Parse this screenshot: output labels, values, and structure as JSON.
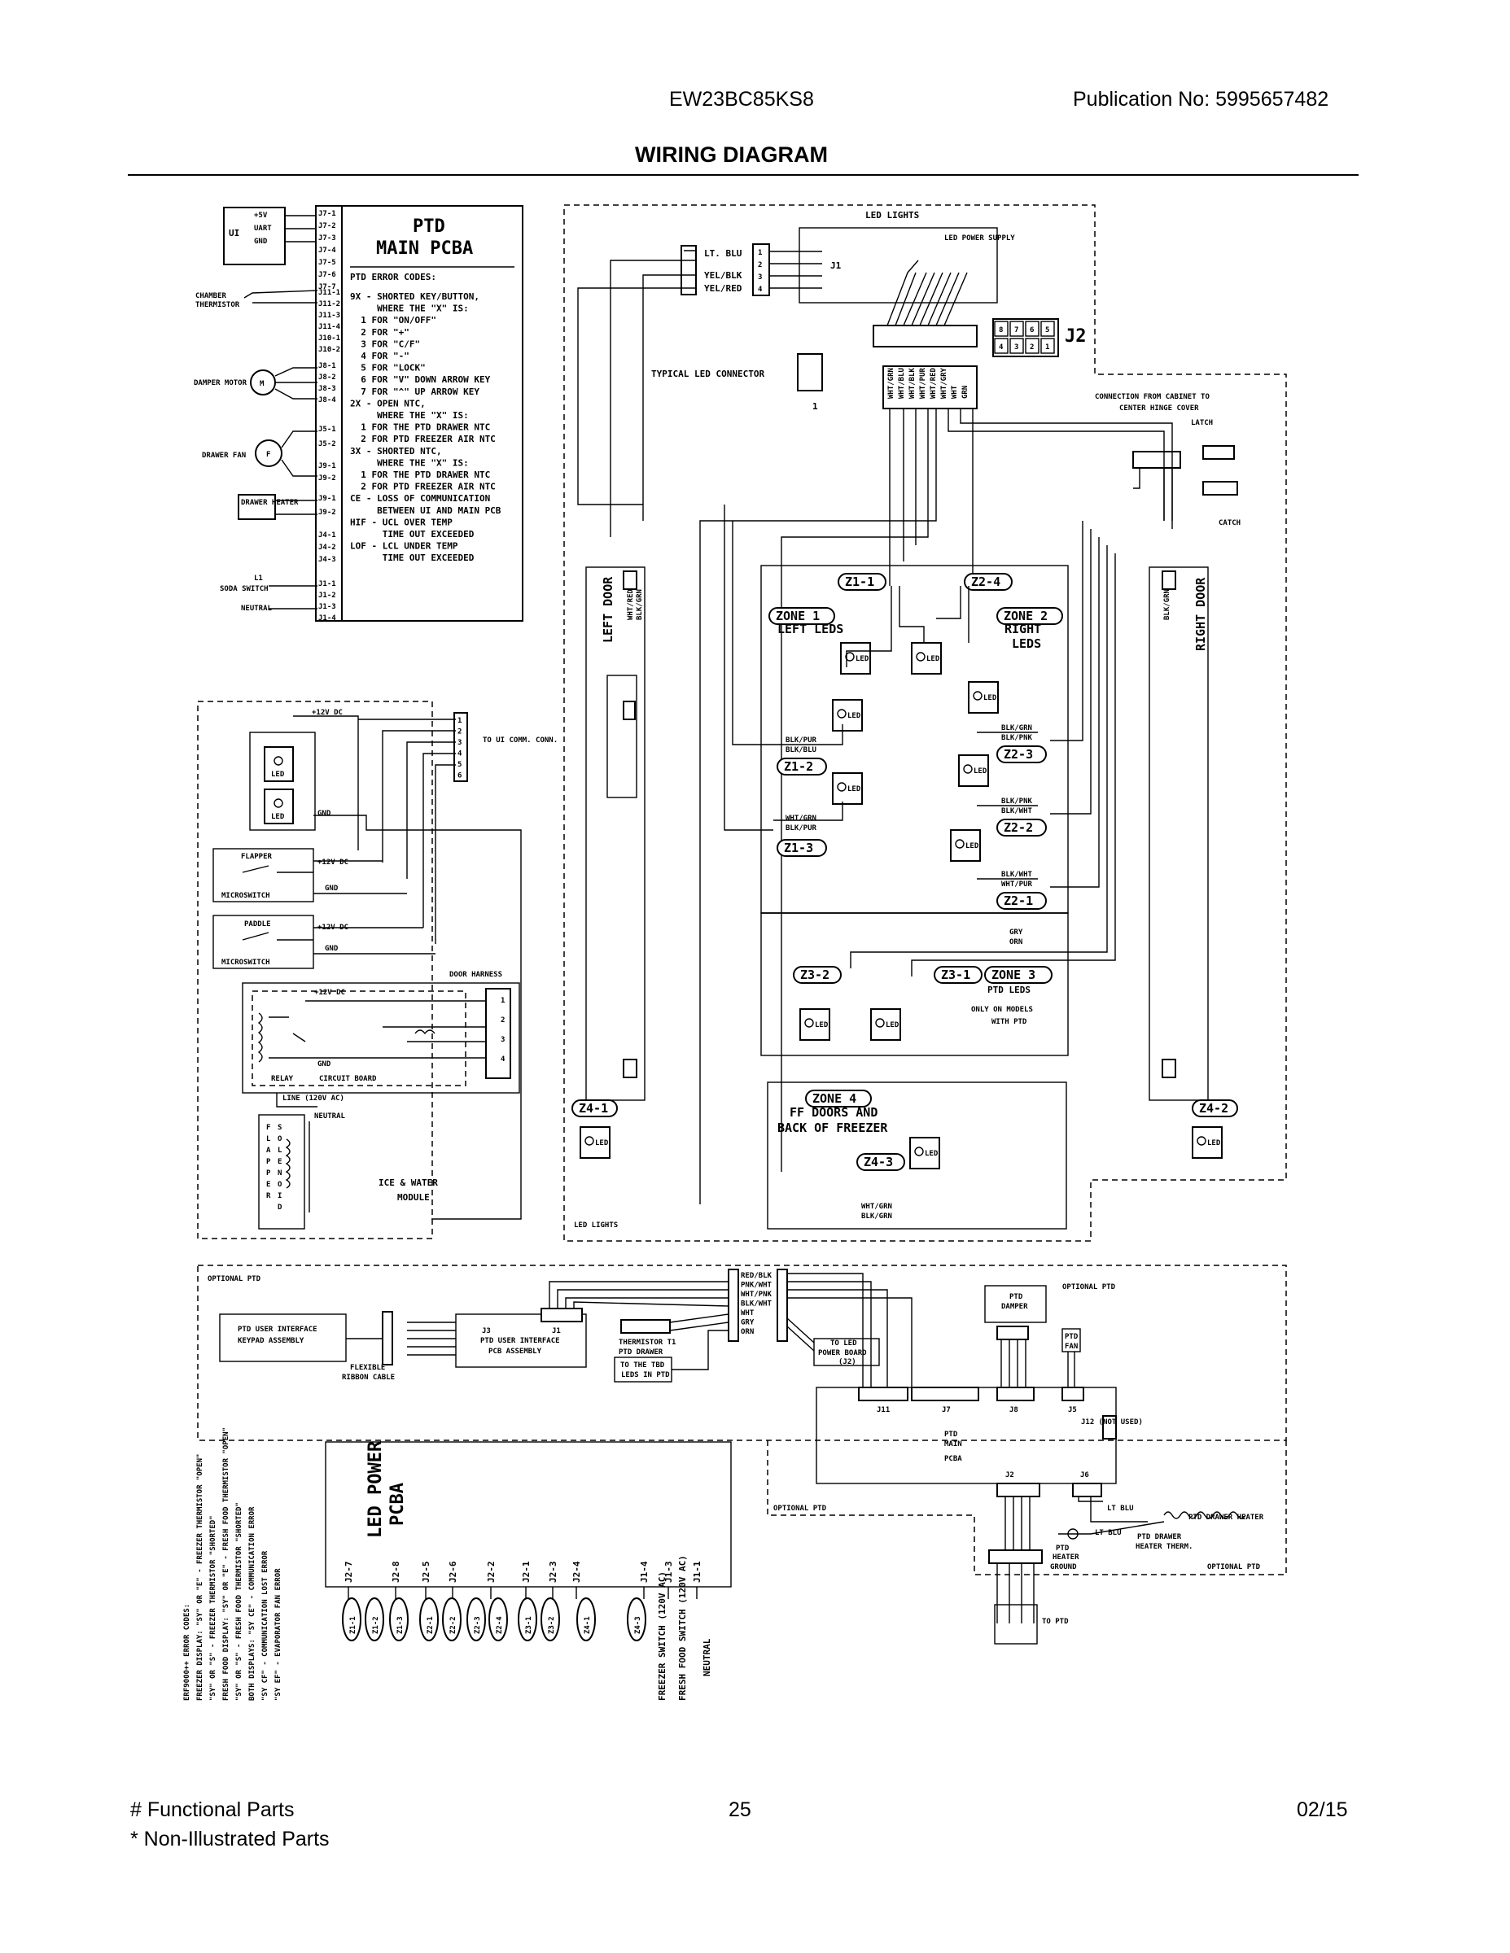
{
  "header": {
    "model": "EW23BC85KS8",
    "publication": "Publication No:  5995657482",
    "title": "WIRING DIAGRAM"
  },
  "footer": {
    "functional": "# Functional Parts",
    "non_illustrated": "* Non-Illustrated Parts",
    "page": "25",
    "date": "02/15"
  },
  "ptd_main": {
    "title1": "PTD",
    "title2": "MAIN PCBA",
    "codes_title": "PTD ERROR CODES:",
    "codes": [
      "9X - SHORTED KEY/BUTTON,",
      "     WHERE THE \"X\" IS:",
      "  1 FOR \"ON/OFF\"",
      "  2 FOR \"+\"",
      "  3 FOR \"C/F\"",
      "  4 FOR \"-\"",
      "  5 FOR \"LOCK\"",
      "  6 FOR \"V\" DOWN ARROW KEY",
      "  7 FOR \"^\" UP ARROW KEY",
      "2X - OPEN NTC,",
      "     WHERE THE \"X\" IS:",
      "  1 FOR THE PTD DRAWER NTC",
      "  2 FOR PTD FREEZER AIR NTC",
      "3X - SHORTED NTC,",
      "     WHERE THE \"X\" IS:",
      "  1 FOR THE PTD DRAWER NTC",
      "  2 FOR PTD FREEZER AIR NTC",
      "CE - LOSS OF COMMUNICATION",
      "     BETWEEN UI AND MAIN PCB",
      "HIF - UCL OVER TEMP",
      "      TIME OUT EXCEEDED",
      "LOF - LCL UNDER TEMP",
      "      TIME OUT EXCEEDED"
    ],
    "pins": [
      "J7-1",
      "J7-2",
      "J7-3",
      "J7-4",
      "J7-5",
      "J7-6",
      "J7-7",
      "J11-1",
      "J11-2",
      "J11-3",
      "J11-4",
      "J10-1",
      "J10-2",
      "J8-1",
      "J8-2",
      "J8-3",
      "J8-4",
      "J5-1",
      "J5-2",
      "J9-1",
      "J9-2",
      "J9-1",
      "J9-2",
      "J4-1",
      "J4-2",
      "J4-3",
      "J1-1",
      "J1-2",
      "J1-3",
      "J1-4"
    ],
    "left_labels": {
      "ui": "UI",
      "ui_pins": [
        "+5V",
        "UART",
        "GND"
      ],
      "chamber": "CHAMBER",
      "thermistor": "THERMISTOR",
      "damper": "DAMPER MOTOR",
      "drawer_fan": "DRAWER FAN",
      "drawer_heater": "DRAWER HEATER",
      "l1": "L1",
      "soda_switch": "SODA SWITCH",
      "neutral": "NEUTRAL",
      "m": "M",
      "f": "F"
    }
  },
  "ice_water": {
    "plus12": "+12V DC",
    "to_ui": "TO UI COMM. CONN.",
    "gnd": "GND",
    "led": "LED",
    "flapper": "FLAPPER",
    "paddle": "PADDLE",
    "microswitch": "MICROSWITCH",
    "door_harness": "DOOR HARNESS",
    "relay": "RELAY",
    "circuit_board": "CIRCUIT BOARD",
    "line": "LINE (120V AC)",
    "neutral": "NEUTRAL",
    "flapper_v": "FLAPPER",
    "solenoid_v": "SOLENOID",
    "module1": "ICE & WATER",
    "module2": "MODULE",
    "pins6": [
      "1",
      "2",
      "3",
      "4",
      "5",
      "6"
    ],
    "pins4": [
      "1",
      "2",
      "3",
      "4"
    ]
  },
  "led_lights": {
    "title": "LED LIGHTS",
    "lt_blu": "LT. BLU",
    "yel_blk": "YEL/BLK",
    "yel_red": "YEL/RED",
    "j1": "J1",
    "j2": "J2",
    "power_supply": "LED POWER SUPPLY",
    "typical": "TYPICAL LED CONNECTOR",
    "one": "1",
    "j2_pins_top": [
      "8",
      "7",
      "6",
      "5"
    ],
    "j2_pins_bot": [
      "4",
      "3",
      "2",
      "1"
    ],
    "harness_wires": [
      "WHT/GRN",
      "WHT/BLU",
      "WHT/BLK",
      "WHT/PUR",
      "WHT/RED",
      "WHT/GRY",
      "WHT",
      "GRN"
    ],
    "hinge1": "CONNECTION FROM CABINET TO",
    "hinge2": "CENTER HINGE COVER",
    "latch": "LATCH",
    "catch": "CATCH",
    "left_door": "LEFT DOOR",
    "right_door": "RIGHT DOOR",
    "bottom": "LED LIGHTS",
    "wht_red": "WHT/RED",
    "blk_grn": "BLK/GRN",
    "blk_grn2": "BLK/GRN"
  },
  "zones": {
    "z1_1": "Z1-1",
    "z1_2": "Z1-2",
    "z1_3": "Z1-3",
    "z2_1": "Z2-1",
    "z2_2": "Z2-2",
    "z2_3": "Z2-3",
    "z2_4": "Z2-4",
    "z3_1": "Z3-1",
    "z3_2": "Z3-2",
    "z4_1": "Z4-1",
    "z4_2": "Z4-2",
    "z4_3": "Z4-3",
    "zone1": "ZONE 1",
    "zone1_sub": "LEFT LEDS",
    "zone2": "ZONE 2",
    "zone2_sub1": "RIGHT",
    "zone2_sub2": "LEDS",
    "zone3": "ZONE 3",
    "zone3_sub1": "PTD LEDS",
    "zone3_sub2": "ONLY ON MODELS",
    "zone3_sub3": "WITH PTD",
    "zone4": "ZONE 4",
    "zone4_sub1": "FF DOORS AND",
    "zone4_sub2": "BACK OF FREEZER",
    "led": "LED",
    "wire_labels": [
      "BLK/PUR",
      "BLK/BLU",
      "WHT/GRN",
      "BLK/PUR",
      "BLK/GRN",
      "BLK/PNK",
      "BLK/PNK",
      "BLK/WHT",
      "BLK/WHT",
      "WHT/PUR",
      "GRY",
      "ORN",
      "WHT/GRN",
      "BLK/GRN"
    ]
  },
  "optional_ptd": {
    "title_left": "OPTIONAL PTD",
    "title_right": "OPTIONAL PTD",
    "title_mid": "OPTIONAL PTD",
    "title_bot": "OPTIONAL PTD",
    "keypad1": "PTD USER INTERFACE",
    "keypad2": "KEYPAD ASSEMBLY",
    "ribbon1": "FLEXIBLE",
    "ribbon2": "RIBBON CABLE",
    "ui_pcb1": "PTD USER INTERFACE",
    "ui_pcb2": "PCB ASSEMBLY",
    "j3": "J3",
    "j1": "J1",
    "thermistor1": "THERMISTOR T1",
    "thermistor2": "PTD DRAWER",
    "to_leds1": "TO THE TBD",
    "to_leds2": "LEDS IN PTD",
    "harness_colors": [
      "RED/BLK",
      "PNK/WHT",
      "WHT/PNK",
      "BLK/WHT",
      "WHT",
      "GRY",
      "ORN"
    ],
    "to_led_board1": "TO LED",
    "to_led_board2": "POWER BOARD",
    "to_led_board3": "(J2)",
    "damper1": "PTD",
    "damper2": "DAMPER",
    "fan1": "PTD",
    "fan2": "FAN",
    "main1": "PTD",
    "main2": "MAIN",
    "main3": "PCBA",
    "j11": "J11",
    "j7": "J7",
    "j8": "J8",
    "j5": "J5",
    "j2": "J2",
    "j6": "J6",
    "j12": "J12 (NOT USED)",
    "heater": "PTD DRAWER HEATER",
    "heater_therm1": "PTD DRAWER",
    "heater_therm2": "HEATER THERM.",
    "heater_ground1": "PTD",
    "heater_ground2": "HEATER",
    "heater_ground3": "GROUND",
    "to_ptd": "TO PTD",
    "lt_blu": "LT BLU",
    "lt_blu2": "LT BLU"
  },
  "led_power_pcba": {
    "title1": "LED POWER",
    "title2": "PCBA",
    "pins": [
      "J2-7",
      "J2-8",
      "J2-5",
      "J2-6",
      "J2-2",
      "J2-1",
      "J2-3",
      "J2-4",
      "J1-4",
      "J1-3",
      "J1-1"
    ],
    "zones": [
      "Z1-1",
      "Z1-2",
      "Z1-3",
      "Z2-1",
      "Z2-2",
      "Z2-3",
      "Z2-4",
      "Z3-1",
      "Z3-2",
      "Z4-1",
      "Z4-3"
    ],
    "freezer_switch": "FREEZER SWITCH (120V AC)",
    "fresh_switch": "FRESH FOOD SWITCH (120V AC)",
    "neutral": "NEUTRAL",
    "notes": [
      "ERF9000++ ERROR CODES:",
      "FREEZER DISPLAY: \"SY\" OR \"E\" - FREEZER THERMISTOR \"OPEN\"",
      "\"SY\" OR \"S\" - FREEZER THERMISTOR \"SHORTED\"",
      "FRESH FOOD DISPLAY: \"SY\" OR \"E\" - FRESH FOOD THERMISTOR \"OPEN\"",
      "\"SY\" OR \"S\" - FRESH FOOD THERMISTOR \"SHORTED\"",
      "BOTH DISPLAYS: \"SY CE\" - COMMUNICATION ERROR",
      "\"SY CF\" - COMMUNICATION LOST ERROR",
      "\"SY EF\" - EVAPORATOR FAN ERROR"
    ]
  }
}
